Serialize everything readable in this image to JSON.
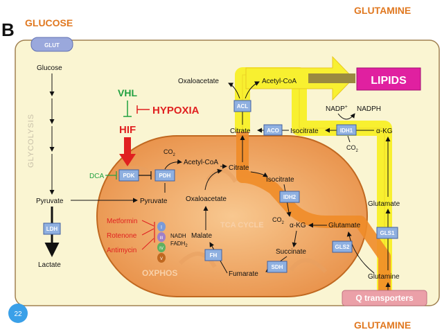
{
  "panel_letter": "B",
  "page_number": "22",
  "colors": {
    "panel_bg": "#faf5d2",
    "orange_label": "#e07820",
    "mito_orange": "#f0a050",
    "yellow_path": "#f8f030",
    "lipids_magenta": "#e020a0",
    "hif_red": "#e02020",
    "vhl_green": "#20a040",
    "enzyme_blue": "#8fb0e0",
    "drug_red": "#e02020"
  },
  "labels": {
    "glucose_top": "GLUCOSE",
    "glutamine_top": "GLUTAMINE",
    "glutamine_bottom": "GLUTAMINE",
    "glut": "GLUT",
    "glucose": "Glucose",
    "glycolysis": "GLYCOLYSIS",
    "pyruvate_cyto": "Pyruvate",
    "ldh": "LDH",
    "lactate": "Lactate",
    "vhl": "VHL",
    "hypoxia": "HYPOXIA",
    "hif": "HIF",
    "dca": "DCA",
    "pdk": "PDK",
    "pdh": "PDH",
    "co2_a": "CO",
    "co2_b": "CO",
    "co2_c": "CO",
    "co2_sub": "2",
    "acetyl_coa_mito": "Acetyl-CoA",
    "pyruvate_mito": "Pyruvate",
    "oxaloacetate_mito": "Oxaloacetate",
    "malate": "Malate",
    "fh": "FH",
    "fumarate": "Fumarate",
    "sdh": "SDH",
    "succinate": "Succinate",
    "akg_mito": "α-KG",
    "glutamate_mito": "Glutamate",
    "gls2": "GLS2",
    "isocitrate_mito": "Isocitrate",
    "idh2": "IDH2",
    "citrate_mito": "Citrate",
    "tca_cycle": "TCA CYCLE",
    "oxphos": "OXPHOS",
    "nadh": "NADH",
    "fadh2": "FADH",
    "fadh2_sub": "2",
    "metformin": "Metformin",
    "rotenone": "Rotenone",
    "antimycin": "Antimycin",
    "complex_i": "I",
    "complex_iii": "III",
    "complex_iv": "IV",
    "complex_v": "V",
    "oxaloacetate_cyto": "Oxaloacetate",
    "acetyl_coa_cyto": "Acetyl-CoA",
    "lipids": "LIPIDS",
    "acl": "ACL",
    "citrate_cyto": "Citrate",
    "aco": "ACO",
    "isocitrate_cyto": "Isocitrate",
    "idh1": "IDH1",
    "akg_cyto": "α-KG",
    "nadp": "NADP",
    "nadp_sup": "+",
    "nadph": "NADPH",
    "glutamate_cyto": "Glutamate",
    "gls1": "GLS1",
    "glutamine": "Glutamine",
    "q_transporters": "Q transporters"
  }
}
